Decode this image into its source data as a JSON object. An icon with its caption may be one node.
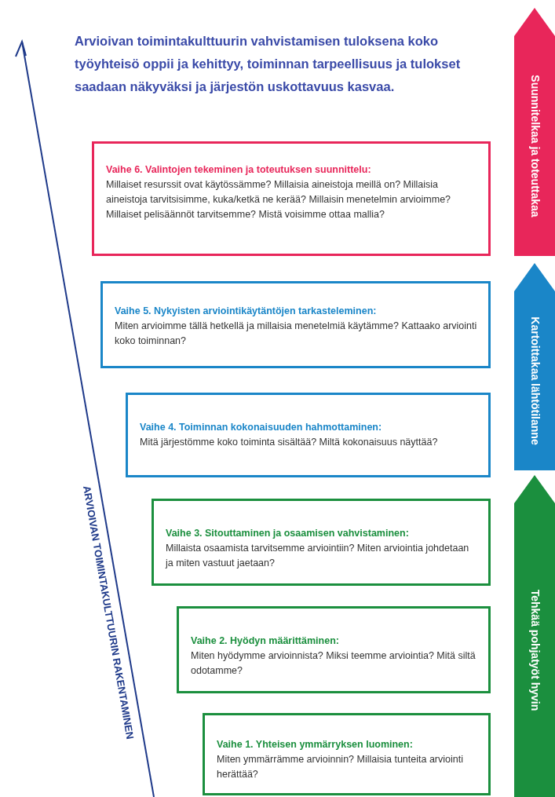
{
  "diagram": {
    "title": "Arvioivan toimintakulttuurin vahvistamisen tuloksena koko työyhteisö oppii ja kehittyy, toiminnan tarpeellisuus ja tulokset saadaan näkyväksi ja järjestön uskottavuus kasvaa.",
    "nodes": [
      {
        "text": [
          "Vaihe 6. Valintojen tekeminen ja toteutuksen suunnittelu:",
          "Millaiset resurssit ovat käytössämme? Millaisia aineistoja meillä on? Millaisia aineistoja tarvitsisimme, kuka/ketkä ne kerää? Millaisin menetelmin arvioimme? Millaiset pelisäännöt tarvitsemme? Mistä voisimme ottaa mallia?"
        ]
      },
      {
        "text": [
          "Vaihe 5. Nykyisten arviointikäytäntöjen tarkasteleminen:",
          "Miten arvioimme tällä hetkellä ja millaisia menetelmiä käytämme? Kattaako arviointi koko toiminnan?"
        ]
      },
      {
        "text": [
          "Vaihe 4. Toiminnan kokonaisuuden hahmottaminen:",
          "Mitä järjestömme koko toiminta sisältää? Miltä kokonaisuus näyttää?"
        ]
      },
      {
        "text": [
          "Vaihe 3. Sitouttaminen ja osaamisen vahvistaminen:",
          "Millaista osaamista tarvitsemme arviointiin? Miten arviointia johdetaan ja miten vastuut jaetaan?"
        ]
      },
      {
        "text": [
          "Vaihe 2. Hyödyn määrittäminen:",
          "Miten hyödymme arvioinnista? Miksi teemme arviointia? Mitä siltä odotamme?"
        ]
      },
      {
        "text": [
          "Vaihe 1. Yhteisen ymmärryksen luominen:",
          "Miten ymmärrämme arvioinnin? Millaisia tunteita arviointi herättää?"
        ]
      },
      {
        "text": [
          "Suunnitelkaa ja toteuttakaa"
        ]
      },
      {
        "text": [
          "Kartoittakaa lähtötilanne"
        ]
      },
      {
        "text": [
          "Tehkää pohjatyöt hyvin"
        ]
      }
    ],
    "labels": [
      "ARVIOIVAN TOIMINTAKULTTUURIN RAKENTAMINEN"
    ]
  }
}
